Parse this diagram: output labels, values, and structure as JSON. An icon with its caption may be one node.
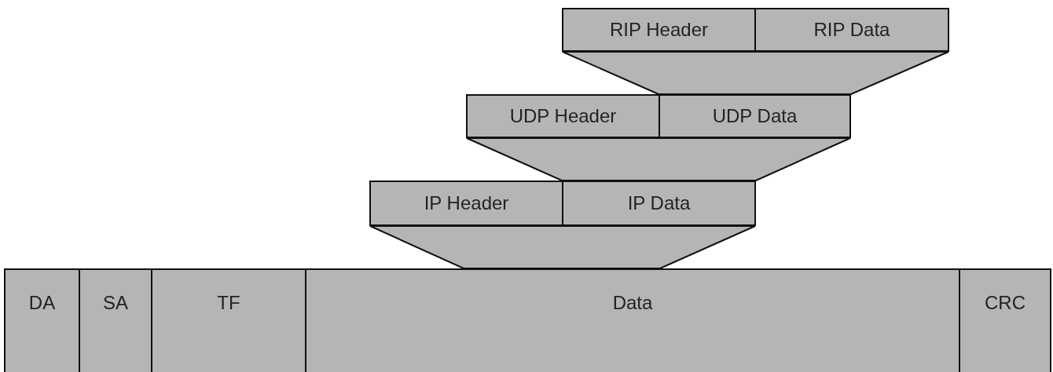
{
  "diagram": {
    "nodes": [
      {
        "text": [
          "RIP Header"
        ]
      },
      {
        "text": [
          "RIP Data"
        ]
      },
      {
        "text": [],
        "shape": "trapezoid"
      },
      {
        "text": [
          "UDP Header"
        ]
      },
      {
        "text": [
          "UDP Data"
        ]
      },
      {
        "text": [],
        "shape": "trapezoid"
      },
      {
        "text": [
          "IP Header"
        ]
      },
      {
        "text": [
          "IP Data"
        ]
      },
      {
        "text": [],
        "shape": "trapezoid"
      },
      {
        "text": [
          "DA"
        ]
      },
      {
        "text": [
          "SA"
        ]
      },
      {
        "text": [
          "TF"
        ]
      },
      {
        "text": [
          "Data"
        ]
      },
      {
        "text": [
          "CRC"
        ]
      }
    ]
  }
}
